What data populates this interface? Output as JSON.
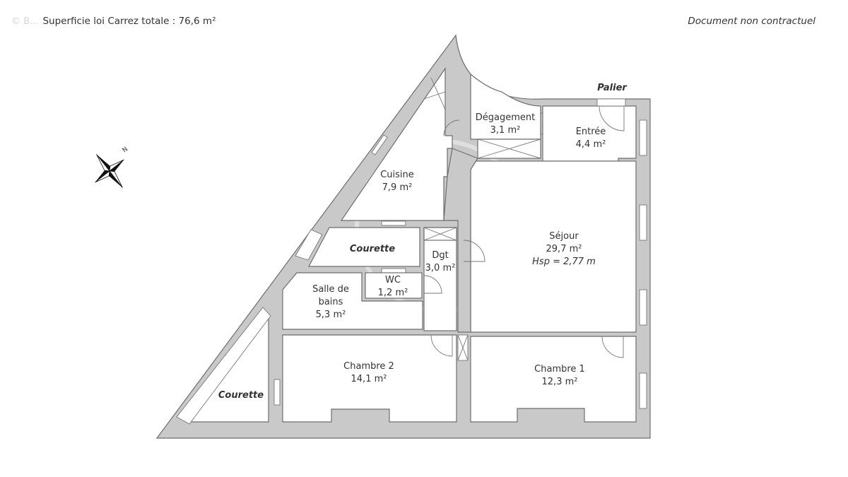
{
  "header": {
    "watermark_text": "© B...",
    "total_area_label": "Superficie loi Carrez totale :  76,6 m²",
    "disclaimer": "Document non contractuel"
  },
  "compass": {
    "icon": "compass-rose-icon",
    "north_label": "N"
  },
  "outside_labels": {
    "palier": "Palier"
  },
  "rooms": [
    {
      "name": "Dégagement",
      "area": "3,1 m²"
    },
    {
      "name": "Entrée",
      "area": "4,4 m²"
    },
    {
      "name": "Cuisine",
      "area": "7,9 m²"
    },
    {
      "name": "Séjour",
      "area": "29,7 m²",
      "height": "Hsp = 2,77 m"
    },
    {
      "name": "Courette"
    },
    {
      "name": "Dgt",
      "area": "3,0 m²"
    },
    {
      "name": "WC",
      "area": "1,2 m²"
    },
    {
      "name": "Salle de",
      "name2": "bains",
      "area": "5,3 m²"
    },
    {
      "name": "Chambre 2",
      "area": "14,1 m²"
    },
    {
      "name": "Chambre 1",
      "area": "12,3 m²"
    },
    {
      "name": "Courette"
    }
  ],
  "colors": {
    "wall": "#c9c9c9",
    "outline": "#6d6d6d",
    "text": "#333333"
  }
}
